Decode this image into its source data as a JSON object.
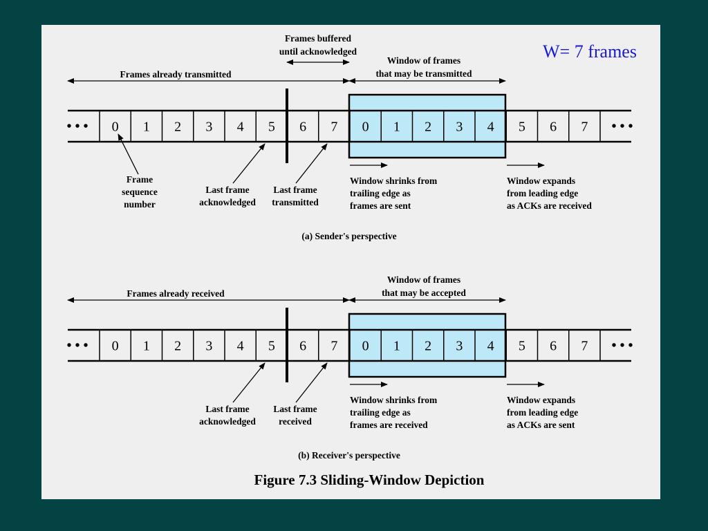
{
  "window_label": "W= 7 frames",
  "figure_caption": "Figure 7.3  Sliding-Window Depiction",
  "colors": {
    "background": "#034343",
    "panel": "#efefef",
    "window_fill": "#bde8f7",
    "window_label": "#1a1ad6"
  },
  "ellipsis": "• • •",
  "sender": {
    "caption": "(a) Sender's perspective",
    "frames": [
      "0",
      "1",
      "2",
      "3",
      "4",
      "5",
      "6",
      "7",
      "0",
      "1",
      "2",
      "3",
      "4",
      "5",
      "6",
      "7"
    ],
    "frames_buffered": [
      "Frames buffered",
      "until acknowledged"
    ],
    "window_title": [
      "Window of frames",
      "that may be transmitted"
    ],
    "already": "Frames already transmitted",
    "frame_seq": [
      "Frame",
      "sequence",
      "number"
    ],
    "last_ack": [
      "Last frame",
      "acknowledged"
    ],
    "last_sent": [
      "Last frame",
      "transmitted"
    ],
    "shrinks": [
      "Window shrinks from",
      "trailing edge as",
      "frames are sent"
    ],
    "expands": [
      "Window expands",
      "from leading edge",
      "as ACKs are received"
    ]
  },
  "receiver": {
    "caption": "(b) Receiver's perspective",
    "frames": [
      "0",
      "1",
      "2",
      "3",
      "4",
      "5",
      "6",
      "7",
      "0",
      "1",
      "2",
      "3",
      "4",
      "5",
      "6",
      "7"
    ],
    "window_title": [
      "Window of frames",
      "that may be accepted"
    ],
    "already": "Frames already received",
    "last_ack": [
      "Last frame",
      "acknowledged"
    ],
    "last_recv": [
      "Last frame",
      "received"
    ],
    "shrinks": [
      "Window shrinks from",
      "trailing edge as",
      "frames are received"
    ],
    "expands": [
      "Window expands",
      "from leading edge",
      "as ACKs are sent"
    ]
  }
}
